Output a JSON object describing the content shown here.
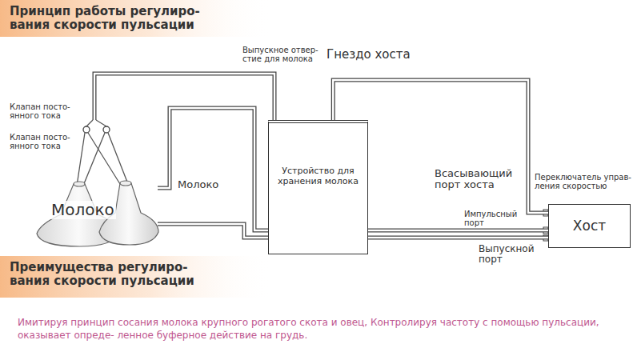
{
  "diagram": {
    "title": "Принцип работы регулиро- вания скорости пульсации",
    "caption": "Имитируя принцип сосания молока крупного рогатого скота и овец, Контролируя частоту с помощью пульсации, оказывает опреде- ленное буферное действие на грудь.",
    "nodes": [
      {
        "text": [
          "Молоко"
        ]
      },
      {
        "text": [
          "Устройство для хранения молока"
        ]
      },
      {
        "text": [
          "Хост"
        ]
      }
    ],
    "edges": [
      {
        "from": 0,
        "to": 1,
        "arrow": "none"
      },
      {
        "from": 1,
        "to": 2,
        "arrow": "none"
      },
      {
        "from": 0,
        "to": 2,
        "arrow": "none"
      },
      {
        "from": 0,
        "to": 2,
        "arrow": "none"
      }
    ],
    "labels": [
      "Выпускное отвер- стие для молока",
      "Гнездо хоста",
      "Клапан посто- янного тока",
      "Клапан посто- янного тока",
      "Молоко",
      "Всасывающий порт хоста",
      "Переключатель управ- ления скоростью",
      "Импульсный порт",
      "Выпускной порт",
      "Преимущества регулиро- вания скорости пульсации"
    ]
  }
}
